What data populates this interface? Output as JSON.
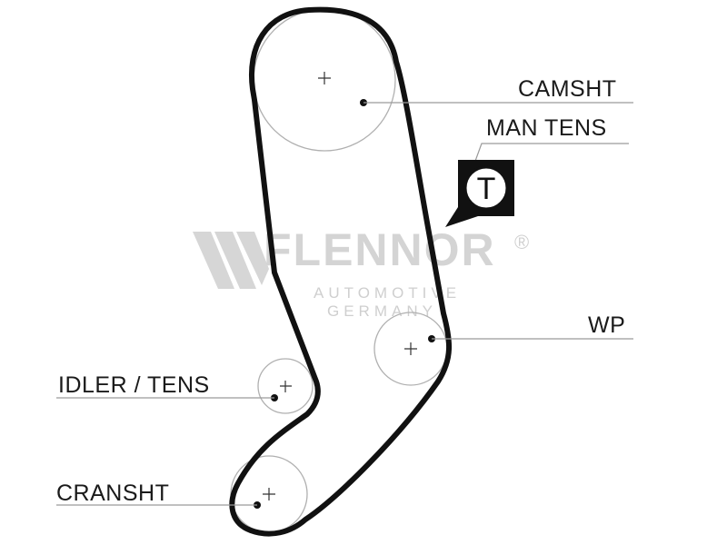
{
  "labels": {
    "camshaft": "CAMSHT",
    "manual_tensioner": "MAN TENS",
    "water_pump": "WP",
    "idler_tensioner": "IDLER / TENS",
    "crankshaft": "CRANSHT"
  },
  "tensioner_marker": "T",
  "watermark": {
    "brand": "FLENNOR",
    "registered": "®",
    "line1": "AUTOMOTIVE",
    "line2": "GERMANY"
  },
  "colors": {
    "belt": "#111111",
    "leader_line": "#9a9a9a",
    "pulley_outline": "#b0b0b0",
    "watermark": "#d4d4d4"
  }
}
